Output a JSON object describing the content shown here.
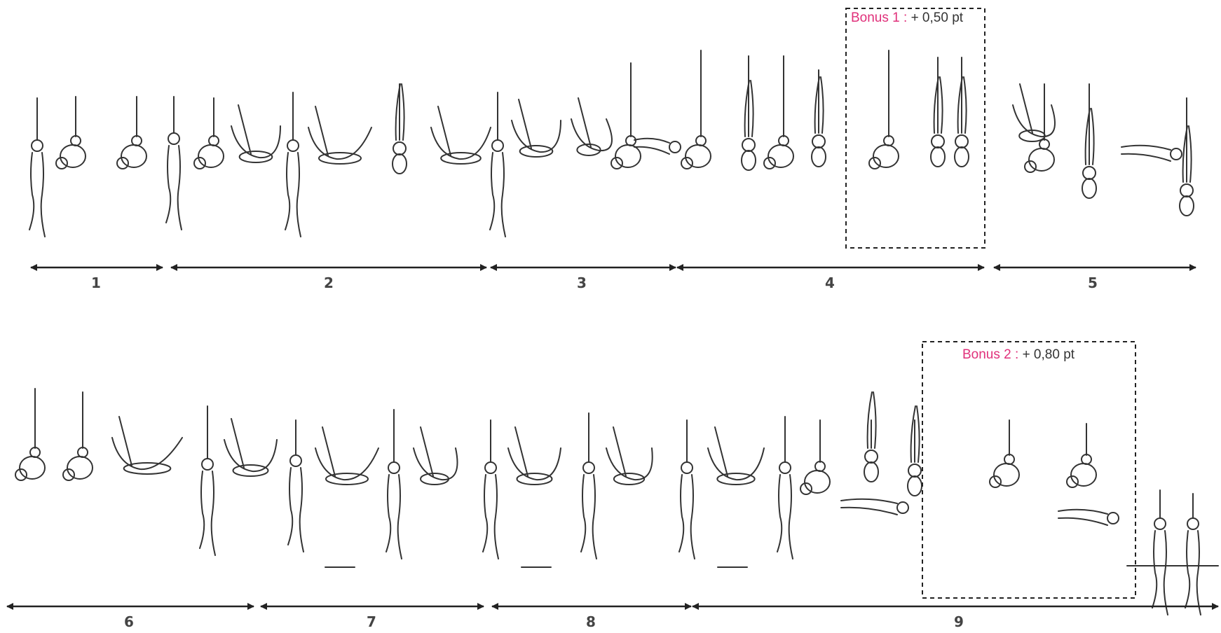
{
  "colors": {
    "accent": "#e0307a",
    "text": "#333333",
    "line": "#222222"
  },
  "bonuses": [
    {
      "label": "Bonus 1 :",
      "value": "+ 0,50 pt"
    },
    {
      "label": "Bonus 2 :",
      "value": "+ 0,80 pt"
    }
  ],
  "segments_row1": [
    "1",
    "2",
    "3",
    "4",
    "5"
  ],
  "segments_row2": [
    "6",
    "7",
    "8",
    "9"
  ]
}
